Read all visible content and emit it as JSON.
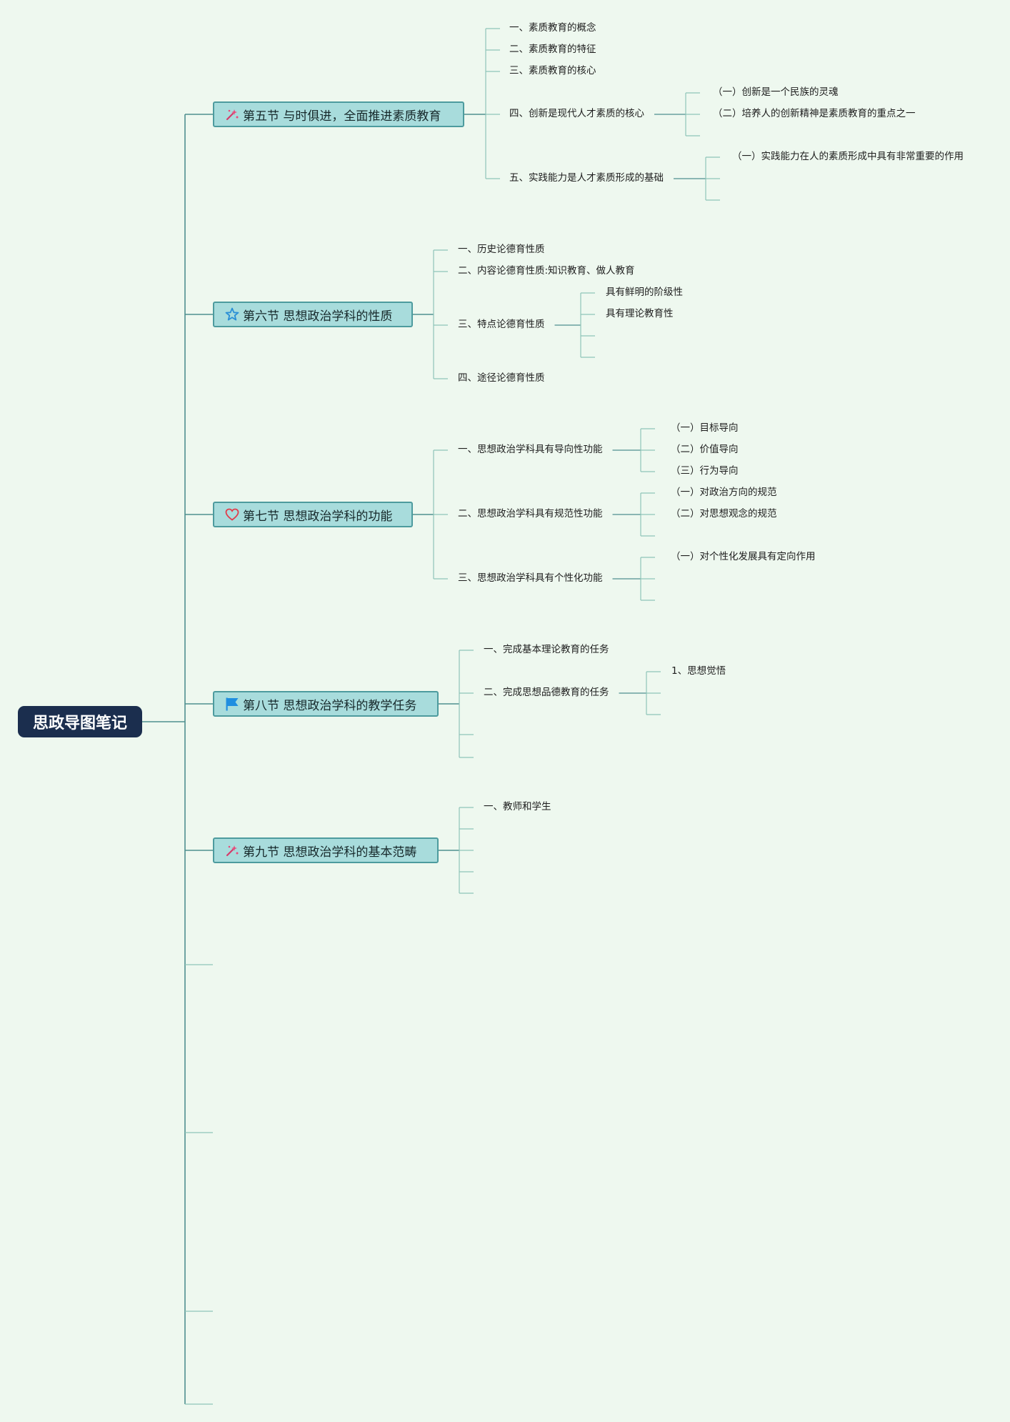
{
  "colors": {
    "background": "#eef8ef",
    "root_fill": "#1b2e4e",
    "section_fill": "#a8dcdc",
    "section_border": "#4d9b9e",
    "line": "#4f8f8f",
    "line_light": "#8fc4b9"
  },
  "root": {
    "title": "思政导图笔记"
  },
  "sections": [
    {
      "title": "第五节 与时俱进，全面推进素质教育",
      "icon": "sparkle-icon",
      "items": [
        {
          "text": "一、素质教育的概念"
        },
        {
          "text": "二、素质教育的特征"
        },
        {
          "text": "三、素质教育的核心"
        },
        {
          "text": "四、创新是现代人才素质的核心",
          "children": [
            "（一）创新是一个民族的灵魂",
            "（二）培养人的创新精神是素质教育的重点之一",
            ""
          ]
        },
        {
          "text": "五、实践能力是人才素质形成的基础",
          "children": [
            "（一）实践能力在人的素质形成中具有非常重要的作用",
            "",
            ""
          ]
        }
      ]
    },
    {
      "title": "第六节 思想政治学科的性质",
      "icon": "star-icon",
      "items": [
        {
          "text": "一、历史论德育性质"
        },
        {
          "text": "二、内容论德育性质:知识教育、做人教育"
        },
        {
          "text": "三、特点论德育性质",
          "children": [
            "具有鲜明的阶级性",
            "具有理论教育性",
            "",
            ""
          ]
        },
        {
          "text": "四、途径论德育性质"
        }
      ]
    },
    {
      "title": "第七节 思想政治学科的功能",
      "icon": "heart-icon",
      "items": [
        {
          "text": "一、思想政治学科具有导向性功能",
          "children": [
            "（一）目标导向",
            "（二）价值导向",
            "（三）行为导向"
          ]
        },
        {
          "text": "二、思想政治学科具有规范性功能",
          "children": [
            "（一）对政治方向的规范",
            "（二）对思想观念的规范",
            ""
          ]
        },
        {
          "text": "三、思想政治学科具有个性化功能",
          "children": [
            "（一）对个性化发展具有定向作用",
            "",
            ""
          ]
        }
      ]
    },
    {
      "title": "第八节 思想政治学科的教学任务",
      "icon": "flag-icon",
      "items": [
        {
          "text": "一、完成基本理论教育的任务"
        },
        {
          "text": "二、完成思想品德教育的任务",
          "children": [
            "1、思想觉悟",
            "",
            ""
          ]
        },
        {
          "text": ""
        },
        {
          "text": ""
        }
      ]
    },
    {
      "title": "第九节 思想政治学科的基本范畴",
      "icon": "sparkle-icon",
      "items": [
        {
          "text": "一、教师和学生"
        },
        {
          "text": ""
        },
        {
          "text": ""
        },
        {
          "text": ""
        },
        {
          "text": ""
        }
      ]
    }
  ],
  "empty_branches": 4
}
